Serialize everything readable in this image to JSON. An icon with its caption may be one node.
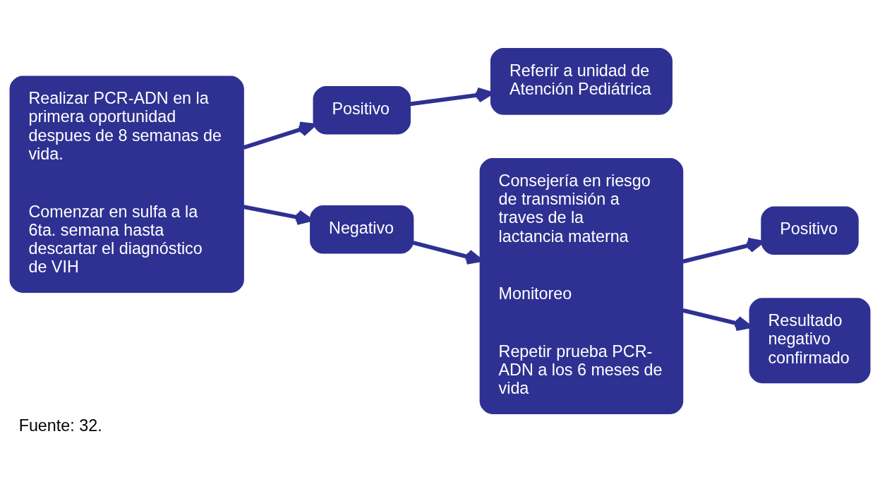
{
  "diagram": {
    "caption": "Fuente: 32.",
    "nodes": [
      {
        "text": [
          "Realizar PCR-ADN en la primera oportunidad despues de 8 semanas de vida.",
          "Comenzar en sulfa a la 6ta. semana hasta descartar el diagnóstico de VIH"
        ]
      },
      {
        "text": [
          "Positivo"
        ]
      },
      {
        "text": [
          "Negativo"
        ]
      },
      {
        "text": [
          "Referir a unidad de Atención Pediátrica"
        ]
      },
      {
        "text": [
          "Consejería en riesgo de transmisión a traves de la lactancia materna",
          "Monitoreo",
          "Repetir prueba PCR-ADN a los 6 meses de vida"
        ]
      },
      {
        "text": [
          "Positivo"
        ]
      },
      {
        "text": [
          "Resultado negativo confirmado"
        ]
      }
    ],
    "edges": [
      {
        "from": 0,
        "to": 1,
        "arrow": "to"
      },
      {
        "from": 0,
        "to": 2,
        "arrow": "to"
      },
      {
        "from": 1,
        "to": 3,
        "arrow": "to"
      },
      {
        "from": 2,
        "to": 4,
        "arrow": "to"
      },
      {
        "from": 4,
        "to": 5,
        "arrow": "to"
      },
      {
        "from": 4,
        "to": 6,
        "arrow": "to"
      }
    ]
  }
}
